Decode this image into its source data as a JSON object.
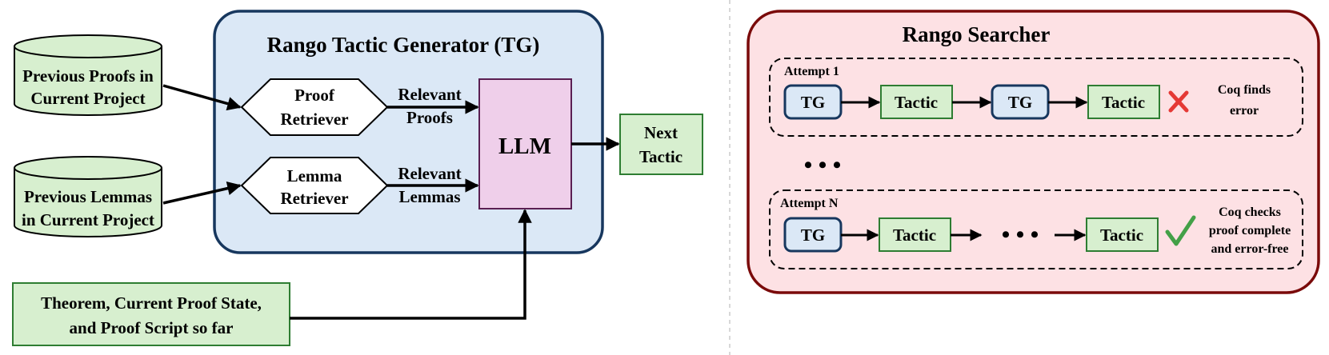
{
  "colors": {
    "tg_panel_fill": "#dbe8f6",
    "tg_panel_stroke": "#17375e",
    "node_fill": "#d7efcf",
    "node_stroke": "#2e7d32",
    "llm_fill": "#efcfea",
    "llm_stroke": "#5a1f52",
    "searcher_fill": "#fde1e4",
    "searcher_stroke": "#7a0a0a",
    "tg_box_fill": "#dbe8f6",
    "tg_box_stroke": "#17375e",
    "cross": "#e53935",
    "check": "#43a047"
  },
  "tg_panel": {
    "title": "Rango Tactic Generator (TG)",
    "proof_retriever": [
      "Proof",
      "Retriever"
    ],
    "lemma_retriever": [
      "Lemma",
      "Retriever"
    ],
    "llm": "LLM",
    "relevant_proofs": [
      "Relevant",
      "Proofs"
    ],
    "relevant_lemmas": [
      "Relevant",
      "Lemmas"
    ]
  },
  "inputs": {
    "previous_proofs": [
      "Previous Proofs in",
      "Current Project"
    ],
    "previous_lemmas": [
      "Previous Lemmas",
      "in Current Project"
    ],
    "theorem_state": [
      "Theorem, Current Proof State,",
      "and Proof Script so far"
    ]
  },
  "output": {
    "next_tactic": [
      "Next",
      "Tactic"
    ]
  },
  "searcher": {
    "title": "Rango Searcher",
    "attempt1": {
      "label": "Attempt 1",
      "tg1": "TG",
      "tactic1": "Tactic",
      "tg2": "TG",
      "tactic2": "Tactic",
      "result_icon": "cross-icon",
      "result": [
        "Coq finds",
        "error"
      ]
    },
    "ellipsis": "• • •",
    "attemptN": {
      "label": "Attempt N",
      "tg1": "TG",
      "tactic1": "Tactic",
      "dots": "• • •",
      "tactic2": "Tactic",
      "result_icon": "check-icon",
      "result": [
        "Coq checks",
        "proof complete",
        "and error-free"
      ]
    }
  }
}
